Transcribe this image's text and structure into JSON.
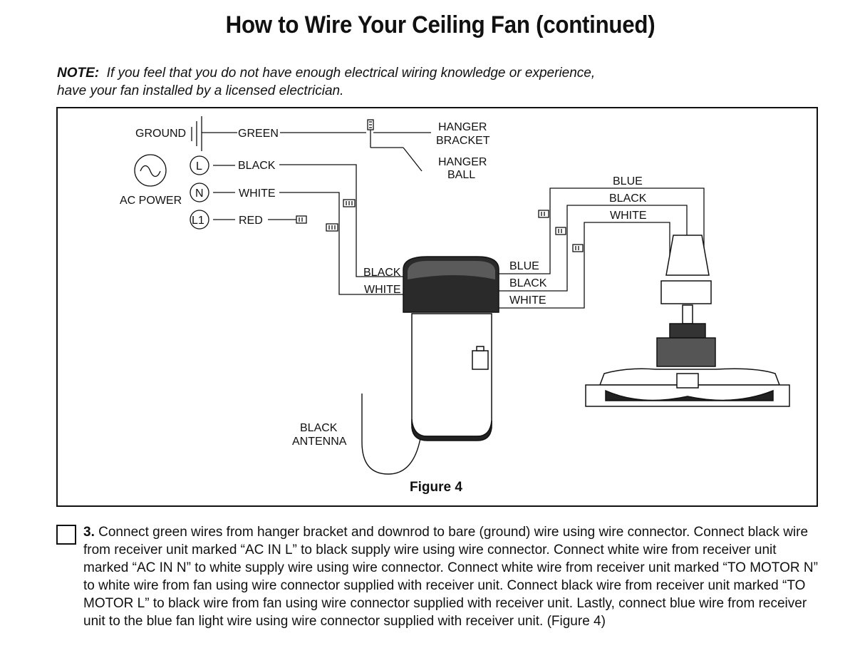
{
  "page": {
    "title": "How to Wire Your Ceiling Fan (continued)",
    "note_label": "NOTE:",
    "note_text": "If you feel that you do not have enough electrical wiring knowledge or experience,",
    "note_text_2": "have your fan installed by a licensed electrician."
  },
  "diagram": {
    "ground": "GROUND",
    "green": "GREEN",
    "hanger_bracket_1": "HANGER",
    "hanger_bracket_2": "BRACKET",
    "hanger_ball_1": "HANGER",
    "hanger_ball_2": "BALL",
    "ac_power": "AC POWER",
    "terminal_l": "L",
    "terminal_n": "N",
    "terminal_l1": "L1",
    "supply_black": "BLACK",
    "supply_white": "WHITE",
    "supply_red": "RED",
    "receiver_in_black": "BLACK",
    "receiver_in_white": "WHITE",
    "receiver_out_blue": "BLUE",
    "receiver_out_black": "BLACK",
    "receiver_out_white": "WHITE",
    "fan_blue": "BLUE",
    "fan_black": "BLACK",
    "fan_white": "WHITE",
    "antenna_1": "BLACK",
    "antenna_2": "ANTENNA",
    "caption": "Figure 4"
  },
  "instructions": {
    "step_number": "3.",
    "step_text": "Connect green wires from hanger bracket and downrod to bare (ground) wire using wire connector. Connect black wire from receiver unit marked “AC IN L” to black supply wire using wire connector. Connect white wire from receiver unit marked “AC IN N” to white supply wire using wire connector. Connect white wire from receiver unit marked “TO MOTOR N” to white wire from fan using wire connector supplied with receiver unit. Connect black wire from receiver unit marked “TO MOTOR L” to black wire from fan using wire connector supplied with receiver unit. Lastly, connect blue wire from receiver unit to the blue fan light wire using wire connector supplied with receiver unit. (Figure 4)"
  }
}
